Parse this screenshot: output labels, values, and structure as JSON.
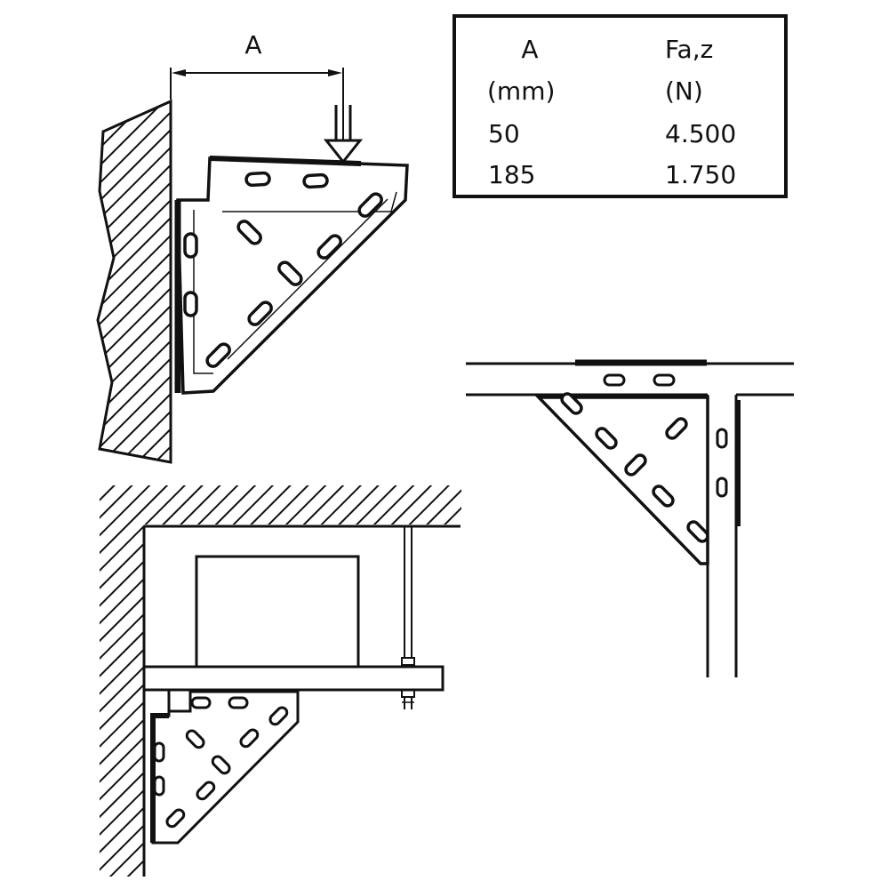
{
  "dimension": {
    "label": "A"
  },
  "load_table": {
    "headers": [
      {
        "name": "A",
        "unit": "(mm)"
      },
      {
        "name": "Fa,z",
        "unit": "(N)"
      }
    ],
    "rows": [
      [
        "50",
        "4.500"
      ],
      [
        "185",
        "1.750"
      ]
    ]
  },
  "colors": {
    "line": "#111111",
    "fill": "#ffffff"
  }
}
